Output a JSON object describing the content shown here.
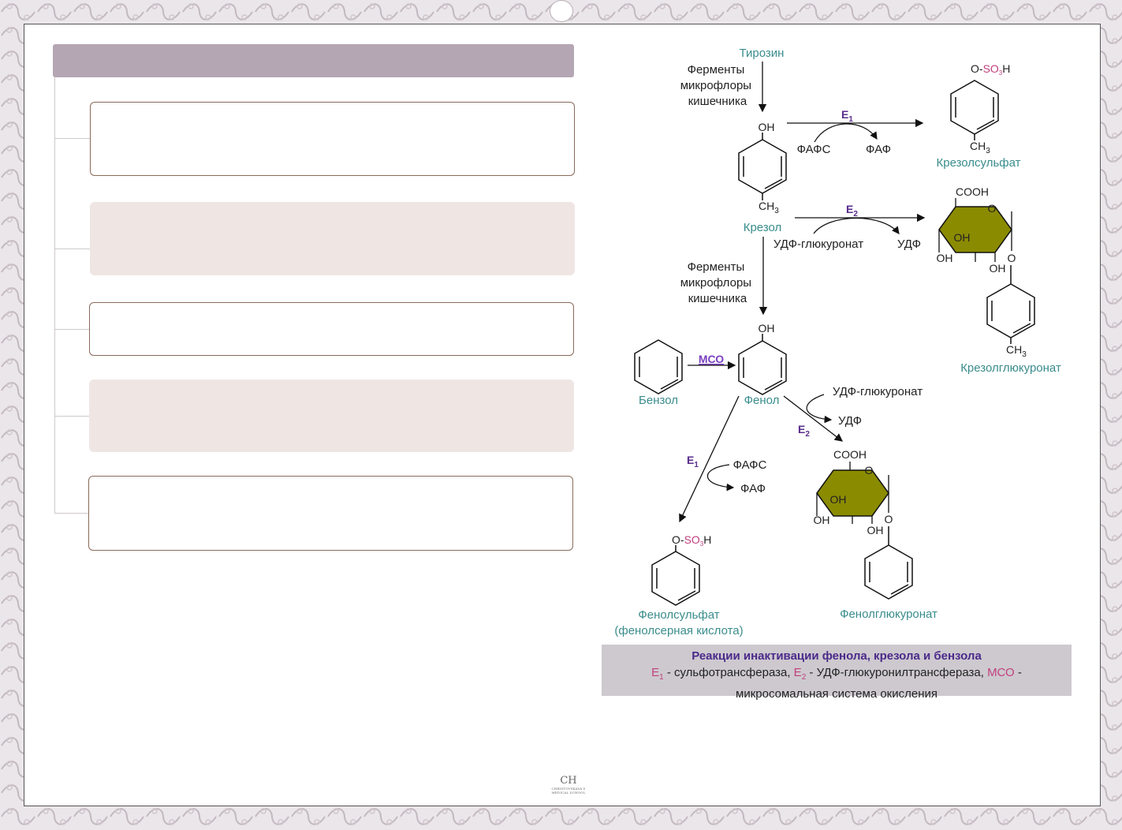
{
  "scheme": {
    "tyrosine": "Тирозин",
    "enzymes_line1": "Ферменты",
    "enzymes_line2": "микрофлоры",
    "enzymes_line3": "кишечника",
    "cresol": "Крезол",
    "cresol_sulfate": "Крезолсульфат",
    "cresol_glucuronate": "Крезолглюкуронат",
    "benzene": "Бензол",
    "phenol": "Фенол",
    "phenol_sulfate": "Фенолсульфат",
    "phenol_sulfate_alt": "(фенолсерная кислота)",
    "phenol_glucuronate": "Фенолглюкуронат",
    "paps": "ФАФС",
    "pap": "ФАФ",
    "udp_glucuronate": "УДФ-глюкуронат",
    "udp": "УДФ",
    "e1": "E",
    "e2": "E",
    "sub1": "1",
    "sub2": "2",
    "mso": "МСО",
    "oh": "OH",
    "ch3": "CH",
    "sub3": "3",
    "cooh": "COOH",
    "o": "O",
    "o_dash": "O-",
    "so3h": "SO",
    "h": "H"
  },
  "caption": {
    "title": "Реакции инактивации фенола, крезола и бензола",
    "e1_label": "E",
    "e1_sub": "1",
    "e1_desc": " - сульфотрансфераза, ",
    "e2_label": "E",
    "e2_sub": "2",
    "e2_desc": " - УДФ-глюкуронилтрансфераза, ",
    "mso_label": "МСО",
    "mso_desc": " -",
    "line3": "микросомальная система окисления"
  },
  "logo": {
    "monogram": "CH",
    "line1": "CHRISTOVSKAYA'S",
    "line2": "MEDICAL SCHOOL"
  },
  "colors": {
    "teal": "#3a8c8c",
    "purple": "#5a2d8c",
    "pink": "#c2407e",
    "ring_fill": "#8b8b00",
    "header_bar": "#b5a6b3",
    "box_fill": "#efe6e4"
  }
}
